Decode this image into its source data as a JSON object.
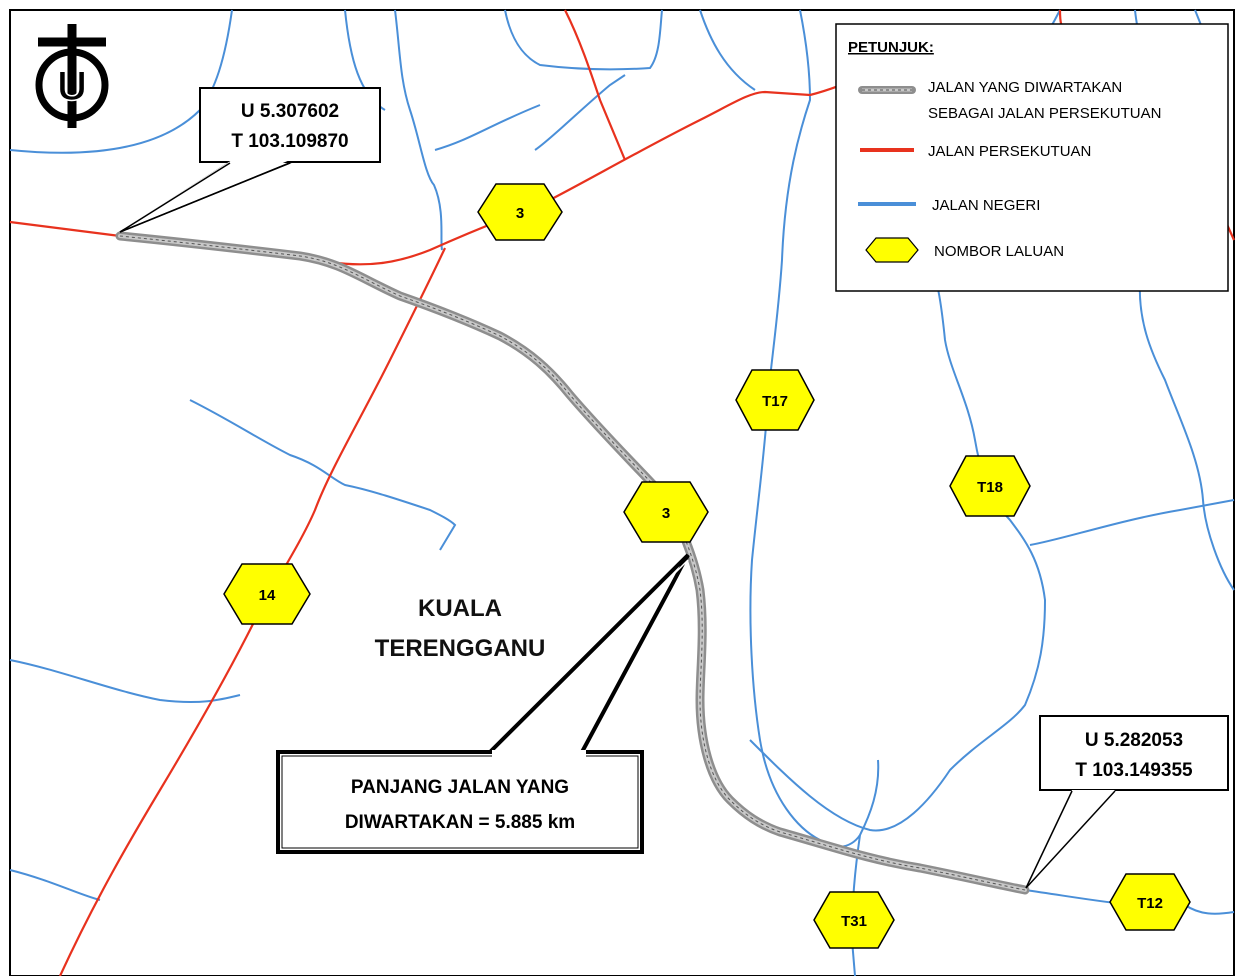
{
  "header_faint": "",
  "compass": {
    "letter": "U",
    "icon": "north-arrow-icon"
  },
  "legend": {
    "title": "PETUNJUK:",
    "items": [
      {
        "line1": "JALAN YANG DIWARTAKAN",
        "line2": "SEBAGAI JALAN PERSEKUTUAN",
        "kind": "gazetted",
        "color": "#9b9b9b"
      },
      {
        "line1": "JALAN PERSEKUTUAN",
        "line2": "",
        "kind": "federal",
        "color": "#e8321e"
      },
      {
        "line1": "JALAN NEGERI",
        "line2": "",
        "kind": "state",
        "color": "#4a8fd8"
      },
      {
        "line1": "NOMBOR LALUAN",
        "line2": "",
        "kind": "route-number",
        "color": "#ffff00"
      }
    ]
  },
  "callouts": {
    "start": {
      "line1": "U 5.307602",
      "line2": "T 103.109870"
    },
    "end": {
      "line1": "U 5.282053",
      "line2": "T 103.149355"
    },
    "length": {
      "line1": "PANJANG JALAN YANG",
      "line2": "DIWARTAKAN  = 5.885 km"
    }
  },
  "place": {
    "line1": "KUALA",
    "line2": "TERENGGANU"
  },
  "routes": [
    "3",
    "3",
    "T17",
    "T18",
    "14",
    "T31",
    "T12"
  ],
  "colors": {
    "federal": "#e8321e",
    "state": "#4a8fd8",
    "gazetted": "#9b9b9b",
    "shield": "#ffff00"
  }
}
